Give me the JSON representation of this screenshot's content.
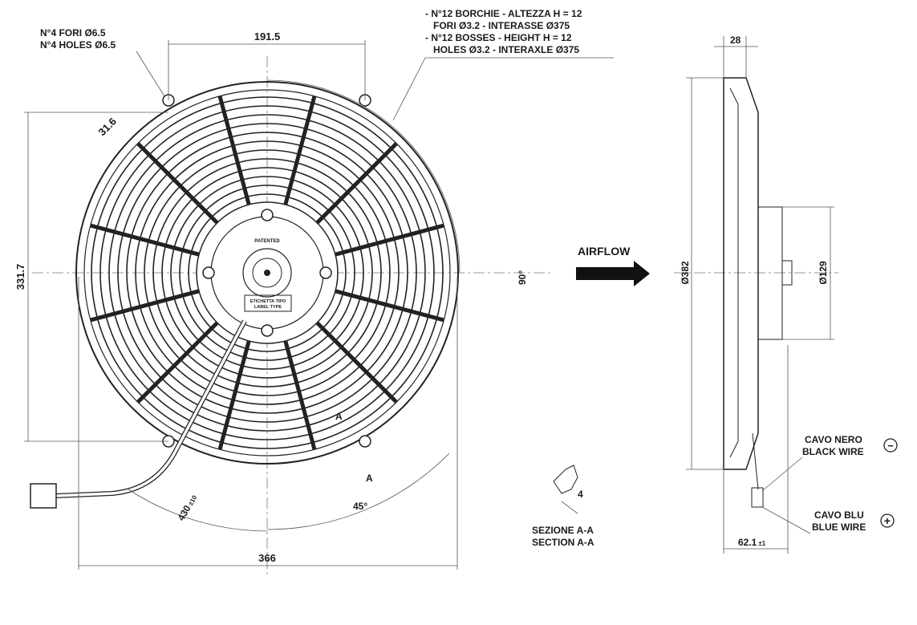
{
  "front_view": {
    "holes_it": "N°4 FORI Ø6.5",
    "holes_en": "N°4 HOLES Ø6.5",
    "dim_top": "191.5",
    "dim_slot": "31.6",
    "dim_height": "331.7",
    "dim_width": "366",
    "dim_wire": "430",
    "dim_wire_tol": "±10",
    "angle_90": "90°",
    "angle_45": "45°",
    "section_mark": "A",
    "hub_patented": "PATENTED",
    "label_type_it": "ETICHETTA TIPO",
    "label_type_en": "LABEL TYPE"
  },
  "bosses_note": {
    "line1": "- N°12 BORCHIE - ALTEZZA H = 12",
    "line2": "FORI Ø3.2 - INTERASSE Ø375",
    "line3": "- N°12 BOSSES - HEIGHT H = 12",
    "line4": "HOLES Ø3.2 - INTERAXLE Ø375"
  },
  "airflow": "AIRFLOW",
  "section": {
    "dim": "4",
    "title_it": "SEZIONE A-A",
    "title_en": "SECTION A-A"
  },
  "side_view": {
    "dim_depth": "28",
    "dim_diameter": "Ø382",
    "dim_motor": "Ø129",
    "dim_total": "62.1",
    "dim_total_tol": "±1",
    "black_wire_it": "CAVO NERO",
    "black_wire_en": "BLACK WIRE",
    "black_symbol": "−",
    "blue_wire_it": "CAVO BLU",
    "blue_wire_en": "BLUE WIRE",
    "blue_symbol": "+"
  }
}
